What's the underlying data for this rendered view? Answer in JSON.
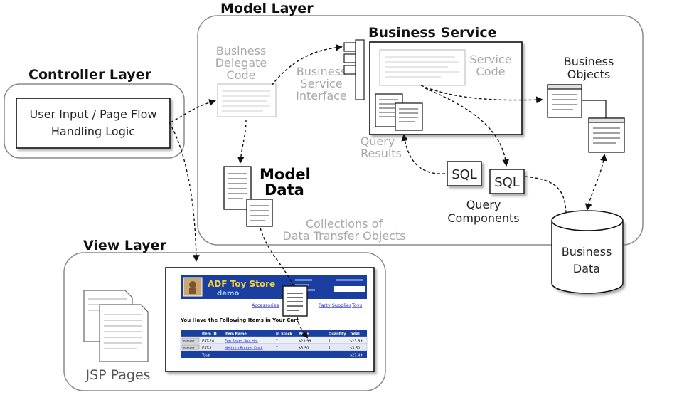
{
  "layers": {
    "model": "Model Layer",
    "controller": "Controller Layer",
    "view": "View Layer"
  },
  "controller": {
    "logic_line1": "User Input / Page Flow",
    "logic_line2": "Handling Logic"
  },
  "model": {
    "business_delegate": [
      "Business",
      "Delegate",
      "Code"
    ],
    "business_service_interface": [
      "Business",
      "Service",
      "Interface"
    ],
    "business_service": "Business Service",
    "service_code": [
      "Service",
      "Code"
    ],
    "business_objects": [
      "Business",
      "Objects"
    ],
    "query_results": [
      "Query",
      "Results"
    ],
    "sql_1": "SQL",
    "sql_2": "SQL",
    "query_components": [
      "Query",
      "Components"
    ],
    "model_data": [
      "Model",
      "Data"
    ],
    "collections": [
      "Collections of",
      "Data Transfer Objects"
    ],
    "business_data": [
      "Business",
      "Data"
    ]
  },
  "view": {
    "jsp_pages": "JSP Pages",
    "screenshot": {
      "store_title": "ADF Toy Store",
      "store_subtitle": "demo",
      "nav_left": "Accessories",
      "nav_right": "Party Supplies",
      "nav_far": "Toys",
      "cart_heading": "You Have the Following Items in Your Cart",
      "columns": [
        "Item ID",
        "Item Name",
        "In Stock",
        "Price",
        "Quantity",
        "Total"
      ],
      "rows": [
        [
          "EST-28",
          "Fun Saves Sun Hat",
          "Y",
          "$23.99",
          "1",
          "$23.99"
        ],
        [
          "EST-1",
          "Medium Rubber Duck",
          "Y",
          "$3.50",
          "1",
          "$3.50"
        ]
      ],
      "total_label": "Total",
      "total_value": "$27.49",
      "remove_label": "Remove"
    }
  },
  "colors": {
    "region_border": "#8a8a8a",
    "accent_blue": "#1b3fa0",
    "gray_text": "#a8a8a8"
  }
}
